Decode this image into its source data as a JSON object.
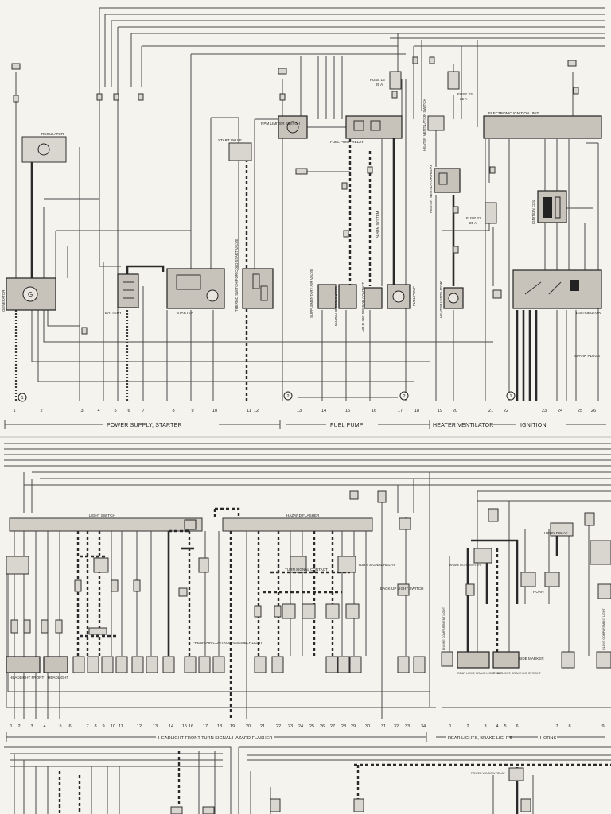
{
  "upper": {
    "components": {
      "regulator": "REGULATOR",
      "generator": "GENERATOR",
      "battery": "BATTERY",
      "starter": "STARTER",
      "start_valve": "START VALVE",
      "thermo_switch": "THERMO SWITCH FOR COLD START VALVE",
      "rpm_limiter": "RPM LIMITER SWITCH",
      "fuel_pump_relay": "FUEL PUMP RELAY",
      "fuse_16": "FUSE 16",
      "fuse_16_rating": "25 A",
      "fuse_23": "FUSE 23",
      "fuse_23_rating": "25 A",
      "fuse_22": "FUSE 22",
      "fuse_22_rating": "25 A",
      "heater_vent_switch": "HEATER VENTILATION SWITCH",
      "heater_vent_relay": "HEATER VENTILATOR RELAY",
      "heater_ventilator": "HEATER VENTILATOR",
      "supp_air": "SUPPLEMENTARY AIR VALVE",
      "warmup_regulator": "WARM-UP REGULATOR",
      "air_flow_sensor": "AIR FLOW SENSOR CONTACT",
      "alarm_system": "ALARM SYSTEM",
      "fuel_pump": "FUEL PUMP",
      "eiu": "ELECTRONIC IGNITION UNIT",
      "ignition_coil": "IGNITION COIL",
      "distributor": "DISTRIBUTOR",
      "spark_plugs": "SPARK PLUGS"
    },
    "numbers": [
      "1",
      "2",
      "3",
      "4",
      "5",
      "6",
      "7",
      "8",
      "9",
      "10",
      "11",
      "12",
      "13",
      "14",
      "15",
      "16",
      "17",
      "18",
      "19",
      "20",
      "21",
      "22",
      "23",
      "24",
      "25",
      "26"
    ],
    "sections": {
      "power": "POWER SUPPLY, STARTER",
      "fuel": "FUEL PUMP",
      "heater": "HEATER VENTILATOR",
      "ignition": "IGNITION"
    }
  },
  "lower": {
    "components": {
      "light_switch": "LIGHT SWITCH",
      "hazard_flasher": "HAZARD FLASHER",
      "headlight_left": "HEADLIGHT FRONT",
      "headlight_right": "HEADLIGHT",
      "fresh_air": "FRESH AIR CONTROL ASSEMBLY LIGHT",
      "turn_signal_contact": "TURN SIGNAL CONTACT",
      "turn_signal_relay": "TURN SIGNAL RELAY",
      "backup_switch": "BACK-UP LIGHT SWITCH",
      "horn_relay": "HORN RELAY",
      "horn": "HORN",
      "brake_light_switch": "BRAKE LIGHT SWITCH",
      "side_marker": "SIDE MARKER",
      "rear_light_left": "REAR LIGHT, BRAKE LIGHT LEFT",
      "rear_light_right": "REAR LIGHT, BRAKE LIGHT, RIGHT",
      "glove_light": "GLOVE COMPARTMENT LIGHT",
      "engine_light": "ENGINE COMPARTMENT LIGHT"
    },
    "numbers": [
      "1",
      "2",
      "3",
      "4",
      "5",
      "6",
      "7",
      "8",
      "9",
      "10",
      "11",
      "12",
      "13",
      "14",
      "15",
      "16",
      "17",
      "18",
      "19",
      "20",
      "21",
      "22",
      "23",
      "24",
      "25",
      "26",
      "27",
      "28",
      "29",
      "30",
      "31",
      "32",
      "33",
      "34"
    ],
    "numbers_right": [
      "1",
      "2",
      "3",
      "4",
      "5",
      "6",
      "7",
      "8",
      "9"
    ],
    "sections": {
      "headlight": "HEADLIGHT FRONT TURN SIGNAL HAZARD FLASHER",
      "rear": "REAR LIGHTS, BRAKE LIGHTS",
      "horns": "HORNS"
    }
  },
  "bottom": {
    "components": {
      "power_window_relay": "POWER WINDOW RELAY"
    }
  }
}
